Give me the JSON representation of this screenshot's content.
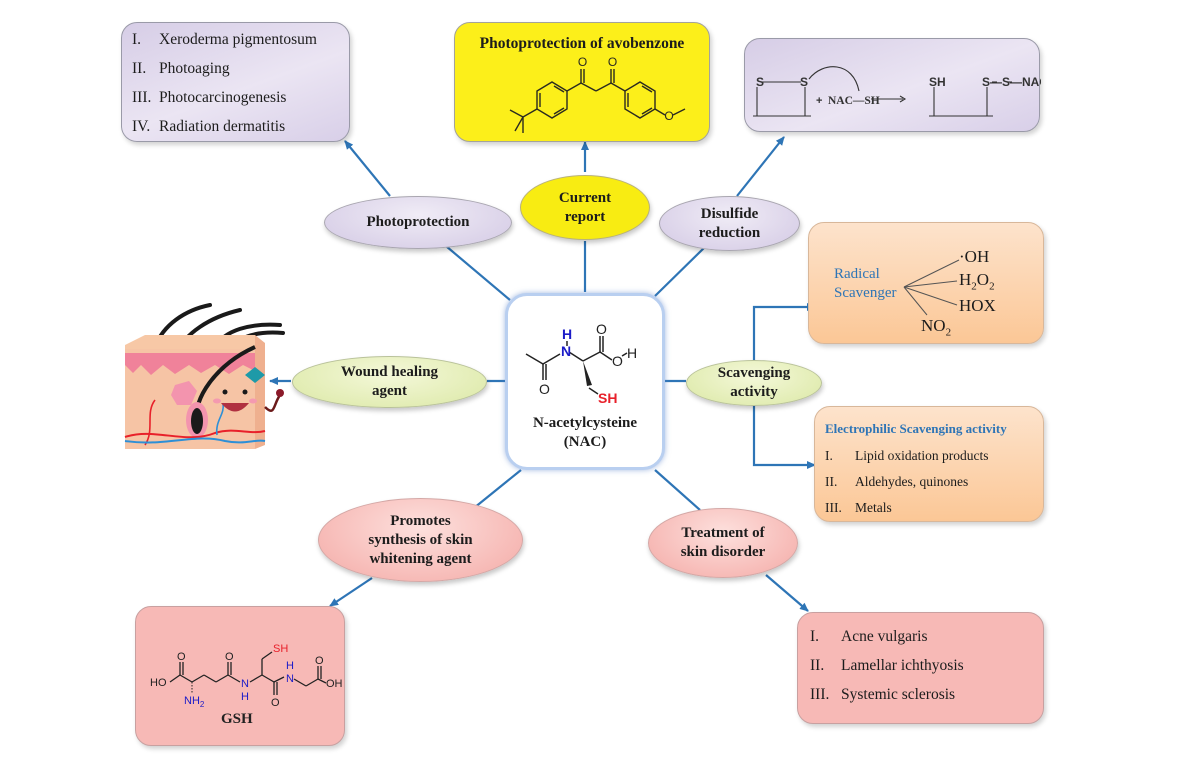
{
  "diagram": {
    "title": "N-acetylcysteine (NAC) applications mind map",
    "center": {
      "name_line1": "N-acetylcysteine",
      "name_line2": "(NAC)",
      "structure_labels": {
        "nh_h": "H",
        "n": "N",
        "o_carbonyl": "O",
        "o_acid": "O",
        "h_acid": "H",
        "o_acetyl": "O",
        "sh": "SH"
      }
    },
    "colors": {
      "arrow": "#2e75b6",
      "current_report": "#fcef1a",
      "purple_node": "#d3c9e4",
      "green_node": "#dbe8a5",
      "pink_node": "#f4aaa6",
      "orange_box": "#fbc796",
      "amine_blue": "#1c1cc8",
      "thiol_red": "#e8202a"
    },
    "nodes": {
      "photoprotection": "Photoprotection",
      "current_report": [
        "Current",
        "report"
      ],
      "disulfide_reduction": [
        "Disulfide",
        "reduction"
      ],
      "wound_healing": [
        "Wound healing",
        "agent"
      ],
      "scavenging": [
        "Scavenging",
        "activity"
      ],
      "whitening": [
        "Promotes",
        "synthesis of skin",
        "whitening agent"
      ],
      "skin_disorder": [
        "Treatment of",
        "skin disorder"
      ]
    },
    "boxes": {
      "photoprotection_list": [
        {
          "num": "I.",
          "text": "Xeroderma pigmentosum"
        },
        {
          "num": "II.",
          "text": "Photoaging"
        },
        {
          "num": "III.",
          "text": "Photocarcinogenesis"
        },
        {
          "num": "IV.",
          "text": "Radiation dermatitis"
        }
      ],
      "avobenzone": {
        "title": "Photoprotection of avobenzone",
        "o1": "O",
        "o2": "O",
        "o3": "O"
      },
      "disulfide_reaction": {
        "s1": "S",
        "s2": "S",
        "plus": "+",
        "reagent": "NAC—SH",
        "sh": "SH",
        "product": "S—S—NAC"
      },
      "radical": {
        "label_line1": "Radical",
        "label_line2": "Scavenger",
        "targets": [
          {
            "base": "·OH",
            "sub": ""
          },
          {
            "base": "H",
            "sub": "2",
            "base2": "O",
            "sub2": "2"
          },
          {
            "base": "HOX",
            "sub": ""
          },
          {
            "base": "NO",
            "sub": "2"
          }
        ]
      },
      "electrophilic": {
        "title": "Electrophilic Scavenging activity",
        "items": [
          {
            "num": "I.",
            "text": "Lipid oxidation products"
          },
          {
            "num": "II.",
            "text": "Aldehydes, quinones"
          },
          {
            "num": "III.",
            "text": "Metals"
          }
        ]
      },
      "gsh": {
        "name": "GSH",
        "ho": "HO",
        "oh": "OH",
        "o": "O",
        "nh2": "NH",
        "nh2_sub": "2",
        "n": "N",
        "h": "H",
        "sh": "SH"
      },
      "skin_disorders": [
        {
          "num": "I.",
          "text": "Acne vulgaris"
        },
        {
          "num": "II.",
          "text": "Lamellar ichthyosis"
        },
        {
          "num": "III.",
          "text": "Systemic sclerosis"
        }
      ],
      "skin_illustration": "cartoon-skin-cross-section"
    }
  }
}
